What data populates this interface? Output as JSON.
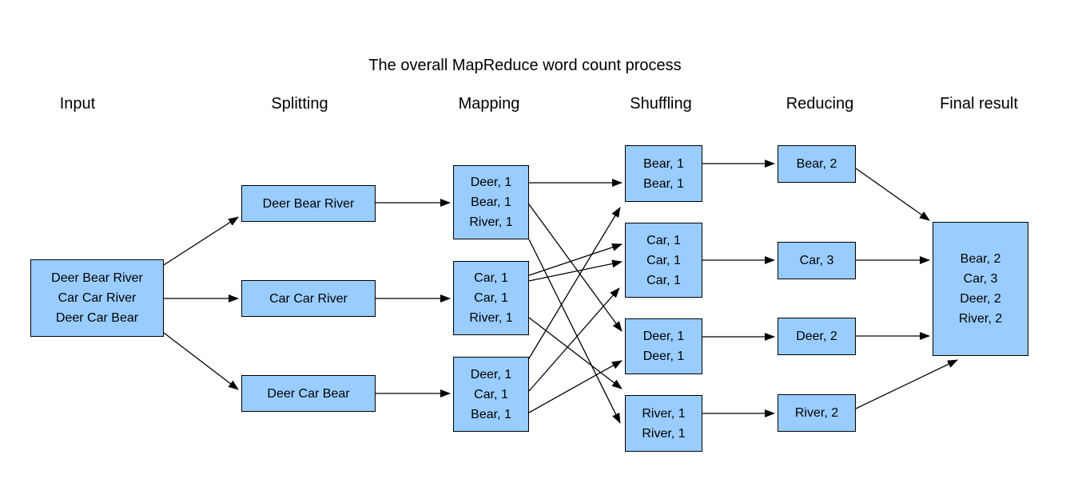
{
  "title": "The overall MapReduce word count process",
  "column_headers": [
    "Input",
    "Splitting",
    "Mapping",
    "Shuffling",
    "Reducing",
    "Final result"
  ],
  "colors": {
    "node_fill": "#99CCFF",
    "node_border": "#000000",
    "arrow": "#000000",
    "text": "#000000",
    "background": "#FFFFFF"
  },
  "nodes": {
    "input": {
      "lines": [
        "Deer Bear River",
        "Car Car River",
        "Deer Car Bear"
      ]
    },
    "split1": {
      "lines": [
        "Deer Bear River"
      ]
    },
    "split2": {
      "lines": [
        "Car Car River"
      ]
    },
    "split3": {
      "lines": [
        "Deer Car Bear"
      ]
    },
    "map1": {
      "lines": [
        "Deer, 1",
        "Bear, 1",
        "River, 1"
      ]
    },
    "map2": {
      "lines": [
        "Car, 1",
        "Car, 1",
        "River, 1"
      ]
    },
    "map3": {
      "lines": [
        "Deer, 1",
        "Car, 1",
        "Bear, 1"
      ]
    },
    "shuffle_bear": {
      "lines": [
        "Bear, 1",
        "Bear, 1"
      ]
    },
    "shuffle_car": {
      "lines": [
        "Car, 1",
        "Car, 1",
        "Car, 1"
      ]
    },
    "shuffle_deer": {
      "lines": [
        "Deer, 1",
        "Deer, 1"
      ]
    },
    "shuffle_river": {
      "lines": [
        "River, 1",
        "River, 1"
      ]
    },
    "reduce_bear": {
      "lines": [
        "Bear, 2"
      ]
    },
    "reduce_car": {
      "lines": [
        "Car, 3"
      ]
    },
    "reduce_deer": {
      "lines": [
        "Deer, 2"
      ]
    },
    "reduce_river": {
      "lines": [
        "River, 2"
      ]
    },
    "final": {
      "lines": [
        "Bear, 2",
        "Car, 3",
        "Deer, 2",
        "River, 2"
      ]
    }
  },
  "edges": [
    {
      "id": "input-split1",
      "from": "input",
      "to": "split1"
    },
    {
      "id": "input-split2",
      "from": "input",
      "to": "split2"
    },
    {
      "id": "input-split3",
      "from": "input",
      "to": "split3"
    },
    {
      "id": "split1-map1",
      "from": "split1",
      "to": "map1"
    },
    {
      "id": "split2-map2",
      "from": "split2",
      "to": "map2"
    },
    {
      "id": "split3-map3",
      "from": "split3",
      "to": "map3"
    },
    {
      "id": "map1-shuffle_bear",
      "from": "map1",
      "to": "shuffle_bear"
    },
    {
      "id": "map1-shuffle_deer",
      "from": "map1",
      "to": "shuffle_deer"
    },
    {
      "id": "map1-shuffle_river",
      "from": "map1",
      "to": "shuffle_river"
    },
    {
      "id": "map2-shuffle_car-1",
      "from": "map2",
      "to": "shuffle_car"
    },
    {
      "id": "map2-shuffle_car-2",
      "from": "map2",
      "to": "shuffle_car"
    },
    {
      "id": "map2-shuffle_river",
      "from": "map2",
      "to": "shuffle_river"
    },
    {
      "id": "map3-shuffle_bear",
      "from": "map3",
      "to": "shuffle_bear"
    },
    {
      "id": "map3-shuffle_car",
      "from": "map3",
      "to": "shuffle_car"
    },
    {
      "id": "map3-shuffle_deer",
      "from": "map3",
      "to": "shuffle_deer"
    },
    {
      "id": "shuffle_bear-reduce_bear",
      "from": "shuffle_bear",
      "to": "reduce_bear"
    },
    {
      "id": "shuffle_car-reduce_car",
      "from": "shuffle_car",
      "to": "reduce_car"
    },
    {
      "id": "shuffle_deer-reduce_deer",
      "from": "shuffle_deer",
      "to": "reduce_deer"
    },
    {
      "id": "shuffle_river-reduce_river",
      "from": "shuffle_river",
      "to": "reduce_river"
    },
    {
      "id": "reduce_bear-final",
      "from": "reduce_bear",
      "to": "final"
    },
    {
      "id": "reduce_car-final",
      "from": "reduce_car",
      "to": "final"
    },
    {
      "id": "reduce_deer-final",
      "from": "reduce_deer",
      "to": "final"
    },
    {
      "id": "reduce_river-final",
      "from": "reduce_river",
      "to": "final"
    }
  ]
}
